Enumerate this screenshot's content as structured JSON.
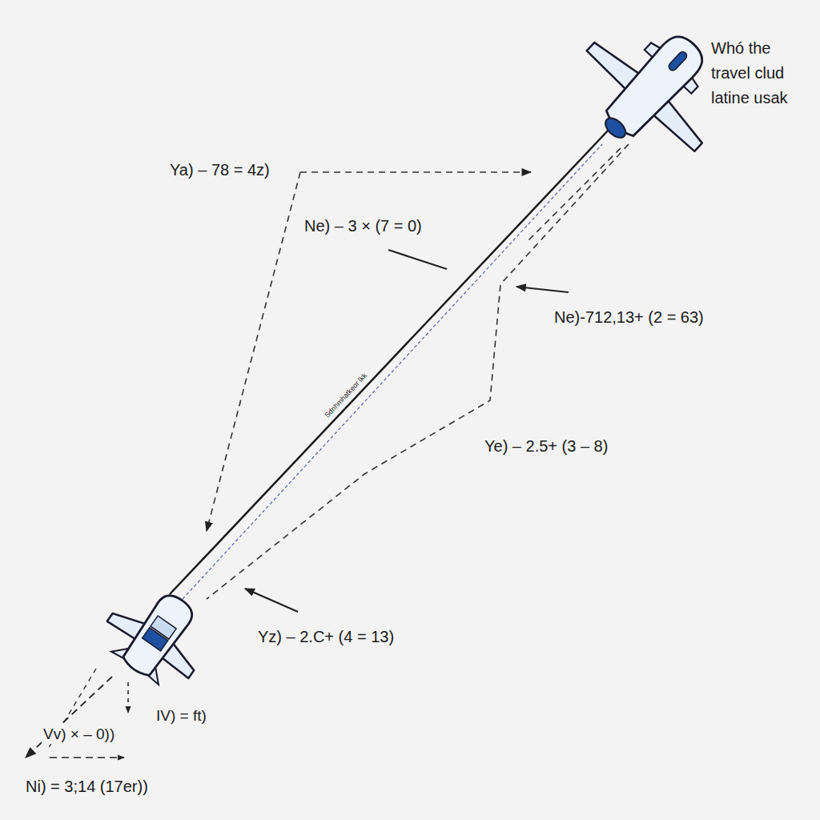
{
  "diagram": {
    "labels": [
      "Whó the travel clud latine usak",
      "Ya) – 78 = 4z)",
      "Ne) – 3 × (7 = 0)",
      "Ne)-712,13+ (2 = 63)",
      "Ye) – 2.5+ (3 – 8)",
      "Yz) – 2.C+ (4 = 13)",
      "IV) = ft)",
      "Vv) × – 0))",
      "Ni) = 3;14 (17er))",
      "Sdnhmhatkeor lkk"
    ]
  }
}
